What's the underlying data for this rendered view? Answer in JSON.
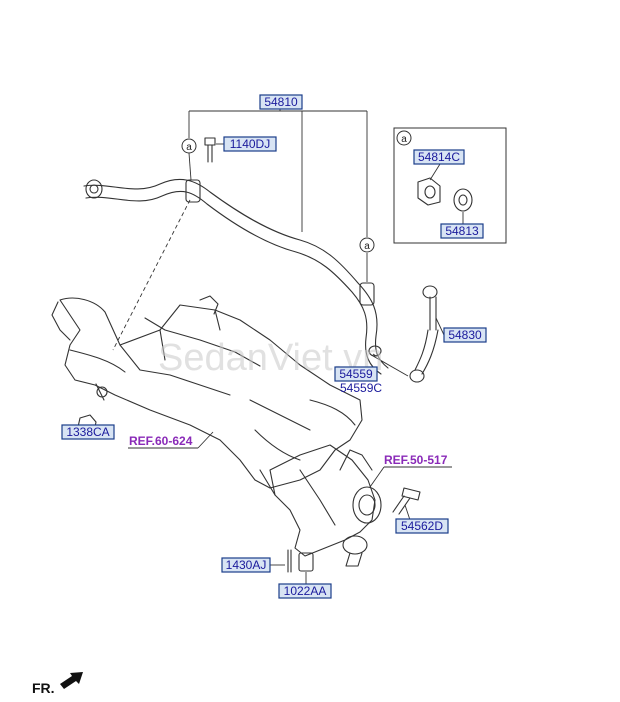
{
  "callouts": {
    "assembly": "54810",
    "bolt": "1140DJ",
    "detail_letter": "a",
    "bushing_bracket": "54814C",
    "bushing": "54813",
    "link": "54830",
    "nut_link": "54559",
    "nut_link_alt": "54559C",
    "subframe_nut": "1338CA",
    "ref_subframe": "REF.60-624",
    "ref_knuckle": "REF.50-517",
    "knuckle_bolt": "54562D",
    "pin": "1430AJ",
    "castle_nut": "1022AA"
  },
  "watermark": "SedanViet.vn",
  "front_label": "FR.",
  "colors": {
    "label_border": "#1a3d8a",
    "label_fill": "#d8e4f4",
    "label_text": "#1a1a9c",
    "ref_text": "#8a2ab8",
    "line": "#333333"
  }
}
